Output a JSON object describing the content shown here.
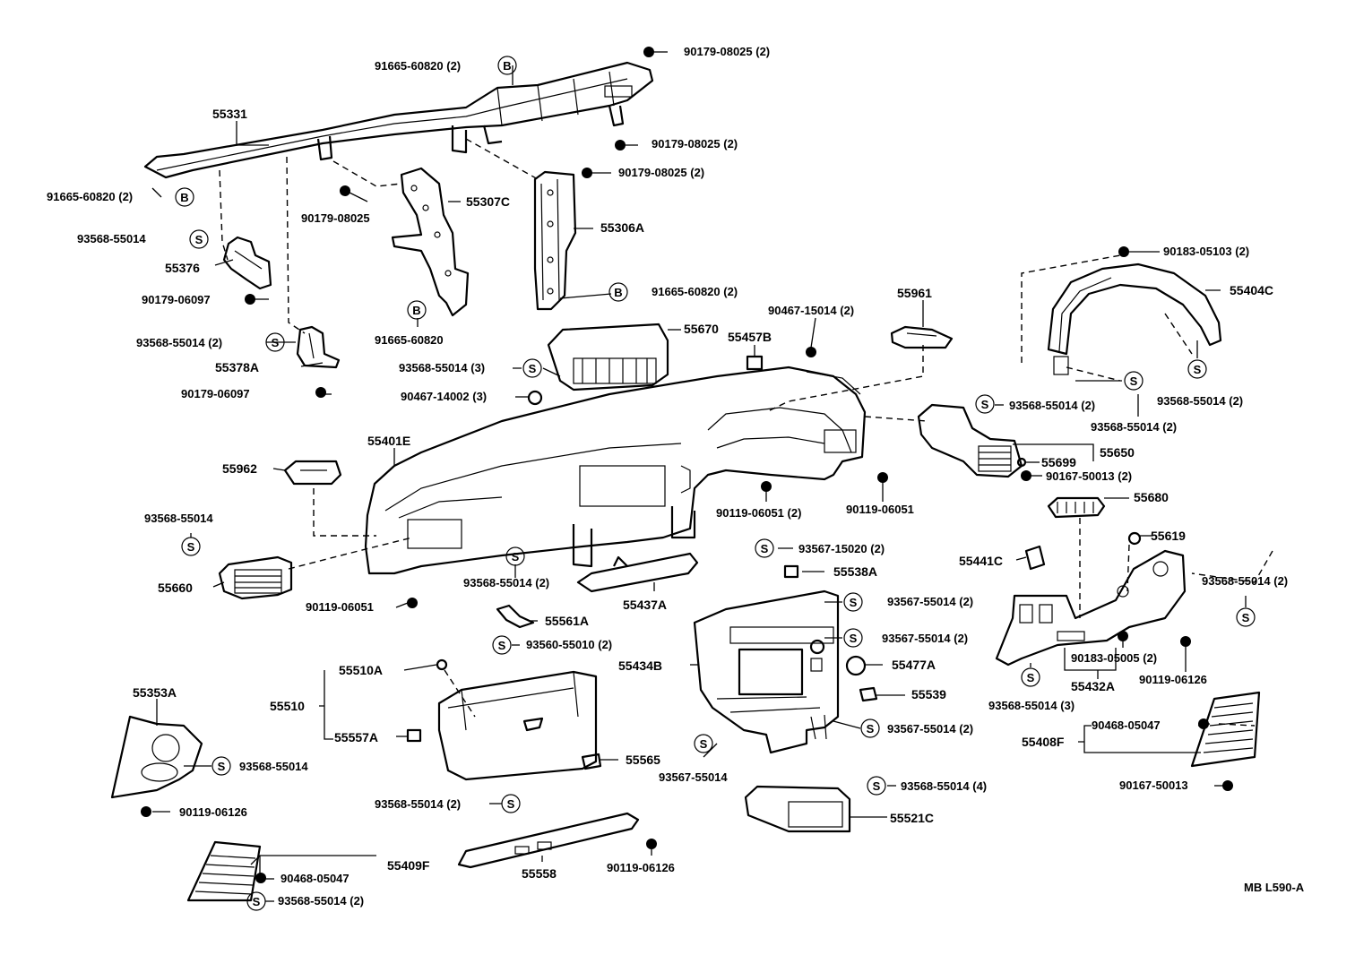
{
  "diagram": {
    "drawing_code": "MB L590-A",
    "symbols": {
      "s": "S",
      "b": "B"
    },
    "labels": {
      "p91665_60820_2_top": "91665-60820 (2)",
      "p90179_08025_2_top": "90179-08025 (2)",
      "p55331": "55331",
      "p90179_08025_2_mid": "90179-08025 (2)",
      "p90179_08025_2_b": "90179-08025 (2)",
      "p91665_60820_2_left": "91665-60820 (2)",
      "p55307C": "55307C",
      "p90179_08025": "90179-08025",
      "p55306A": "55306A",
      "p93568_55014_a": "93568-55014",
      "p55376": "55376",
      "p90179_06097_a": "90179-06097",
      "p91665_60820_2_c": "91665-60820 (2)",
      "p91665_60820": "91665-60820",
      "p93568_55014_2_a": "93568-55014 (2)",
      "p55378A": "55378A",
      "p90179_06097_b": "90179-06097",
      "p55670": "55670",
      "p93568_55014_3_a": "93568-55014 (3)",
      "p90467_14002_3": "90467-14002 (3)",
      "p90467_15014_2": "90467-15014 (2)",
      "p55961": "55961",
      "p55457B": "55457B",
      "p90183_05103_2": "90183-05103 (2)",
      "p55404C": "55404C",
      "p93568_55014_2_b": "93568-55014 (2)",
      "p93568_55014_2_c": "93568-55014 (2)",
      "p93568_55014_2_d": "93568-55014 (2)",
      "p55650": "55650",
      "p55699": "55699",
      "p90167_50013_2": "90167-50013 (2)",
      "p55680": "55680",
      "p55401E": "55401E",
      "p55962": "55962",
      "p90119_06051_2": "90119-06051 (2)",
      "p90119_06051_a": "90119-06051",
      "p93568_55014_b": "93568-55014",
      "p55660": "55660",
      "p90119_06051_b": "90119-06051",
      "p93568_55014_2_e": "93568-55014 (2)",
      "p93567_15020_2": "93567-15020 (2)",
      "p55437A": "55437A",
      "p55538A": "55538A",
      "p93567_55014_2_a": "93567-55014 (2)",
      "p93567_55014_2_b": "93567-55014 (2)",
      "p55477A": "55477A",
      "p55539": "55539",
      "p93567_55014_2_c": "93567-55014 (2)",
      "p55434B": "55434B",
      "p93567_55014": "93567-55014",
      "p55619": "55619",
      "p55441C": "55441C",
      "p93568_55014_2_f": "93568-55014 (2)",
      "p90183_05005_2": "90183-05005 (2)",
      "p55432A": "55432A",
      "p90119_06126_a": "90119-06126",
      "p93568_55014_3_b": "93568-55014 (3)",
      "p55561A": "55561A",
      "p93560_55010_2": "93560-55010 (2)",
      "p55510A": "55510A",
      "p55510": "55510",
      "p55557A": "55557A",
      "p55565": "55565",
      "p93568_55014_2_g": "93568-55014 (2)",
      "p55353A": "55353A",
      "p93568_55014_c": "93568-55014",
      "p90119_06126_b": "90119-06126",
      "p90468_05047_a": "90468-05047",
      "p55408F": "55408F",
      "p90167_50013": "90167-50013",
      "p93568_55014_4": "93568-55014 (4)",
      "p55521C": "55521C",
      "p55409F": "55409F",
      "p90468_05047_b": "90468-05047",
      "p93568_55014_2_h": "93568-55014 (2)",
      "p55558": "55558",
      "p90119_06126_c": "90119-06126"
    }
  }
}
